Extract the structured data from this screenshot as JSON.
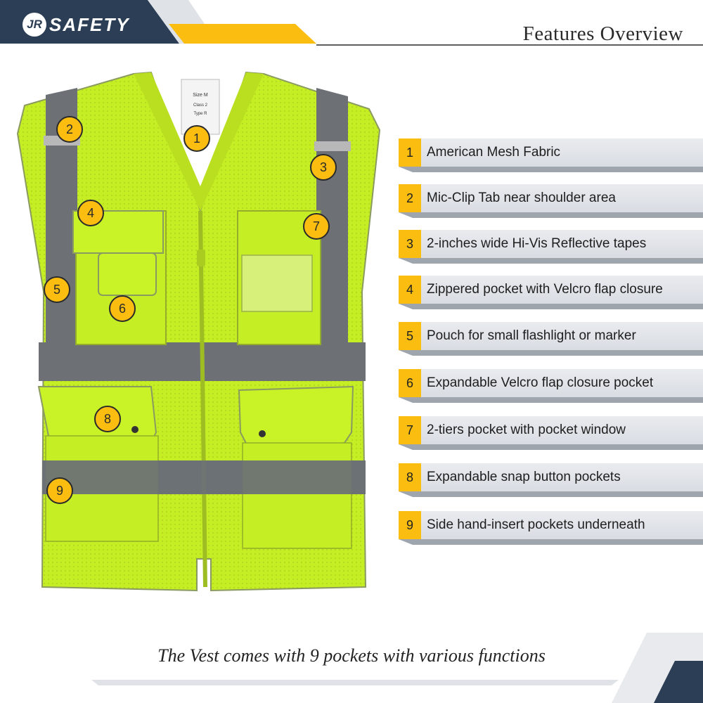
{
  "brand": {
    "logo_mark": "JR",
    "logo_text": "SAFETY"
  },
  "header": {
    "title": "Features Overview"
  },
  "colors": {
    "accent": "#fbbe10",
    "navy": "#2c3e55",
    "vest": "#c9f227",
    "reflective": "#6d7175"
  },
  "product": {
    "label_lines": [
      "Size M",
      "Class 2",
      "Type R"
    ],
    "callouts": [
      "1",
      "2",
      "3",
      "4",
      "5",
      "6",
      "7",
      "8",
      "9"
    ]
  },
  "features": [
    {
      "num": "1",
      "label": "American Mesh Fabric"
    },
    {
      "num": "2",
      "label": "Mic-Clip Tab near shoulder area"
    },
    {
      "num": "3",
      "label": "2-inches wide Hi-Vis Reflective tapes"
    },
    {
      "num": "4",
      "label": "Zippered pocket with Velcro flap closure"
    },
    {
      "num": "5",
      "label": "Pouch for small flashlight or marker"
    },
    {
      "num": "6",
      "label": "Expandable Velcro flap closure pocket"
    },
    {
      "num": "7",
      "label": "2-tiers pocket with pocket window"
    },
    {
      "num": "8",
      "label": "Expandable snap button pockets"
    },
    {
      "num": "9",
      "label": "Side hand-insert pockets underneath"
    }
  ],
  "footer": {
    "tagline": "The Vest comes with 9 pockets with various functions"
  }
}
